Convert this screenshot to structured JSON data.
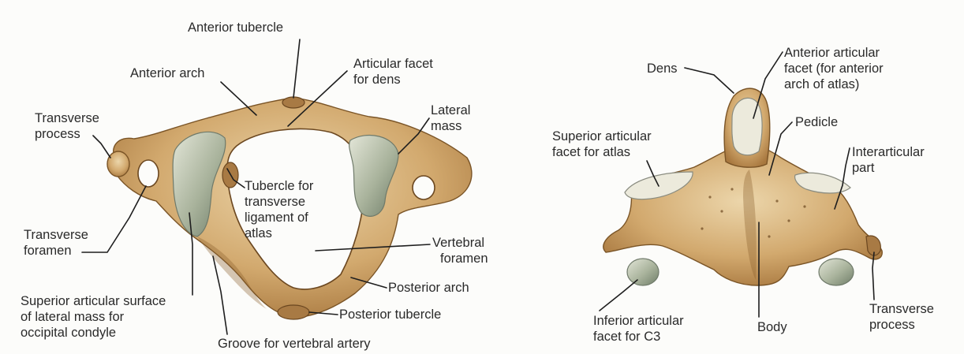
{
  "atlas": {
    "labels": {
      "anterior_tubercle": "Anterior tubercle",
      "anterior_arch": "Anterior arch",
      "articular_facet_dens": [
        "Articular facet",
        "for dens"
      ],
      "lateral_mass": [
        "Lateral",
        "mass"
      ],
      "transverse_process": [
        "Transverse",
        "process"
      ],
      "tubercle_transverse_ligament": [
        "Tubercle for",
        "transverse",
        "ligament of",
        "atlas"
      ],
      "transverse_foramen": [
        "Transverse",
        "foramen"
      ],
      "vertebral_foramen": [
        "Vertebral",
        "foramen"
      ],
      "posterior_arch": "Posterior arch",
      "superior_articular_surface": [
        "Superior articular surface",
        "of lateral mass for",
        "occipital condyle"
      ],
      "posterior_tubercle": "Posterior tubercle",
      "groove_vertebral_artery": "Groove for vertebral artery"
    }
  },
  "axis": {
    "labels": {
      "dens": "Dens",
      "anterior_articular_facet": [
        "Anterior articular",
        "facet (for anterior",
        "arch of atlas)"
      ],
      "pedicle": "Pedicle",
      "superior_articular_facet": [
        "Superior articular",
        "facet for atlas"
      ],
      "interarticular_part": [
        "Interarticular",
        "part"
      ],
      "inferior_articular_facet": [
        "Inferior articular",
        "facet for C3"
      ],
      "body": "Body",
      "transverse_process": [
        "Transverse",
        "process"
      ]
    }
  },
  "colors": {
    "bone_light": "#e6cda0",
    "bone_mid": "#c79a5e",
    "bone_dark": "#8a5e2c",
    "facet": "#b9c2ae",
    "leader": "#1e1e1e"
  }
}
